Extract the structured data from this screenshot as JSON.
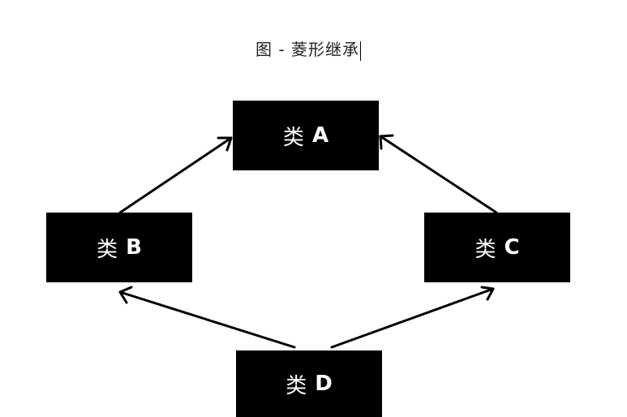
{
  "title": "图 - 菱形继承",
  "nodes": {
    "a": {
      "prefix": "类",
      "letter": "A"
    },
    "b": {
      "prefix": "类",
      "letter": "B"
    },
    "c": {
      "prefix": "类",
      "letter": "C"
    },
    "d": {
      "prefix": "类",
      "letter": "D"
    }
  },
  "colors": {
    "box_fill": "#000000",
    "box_text": "#ffffff",
    "arrow": "#000000"
  }
}
